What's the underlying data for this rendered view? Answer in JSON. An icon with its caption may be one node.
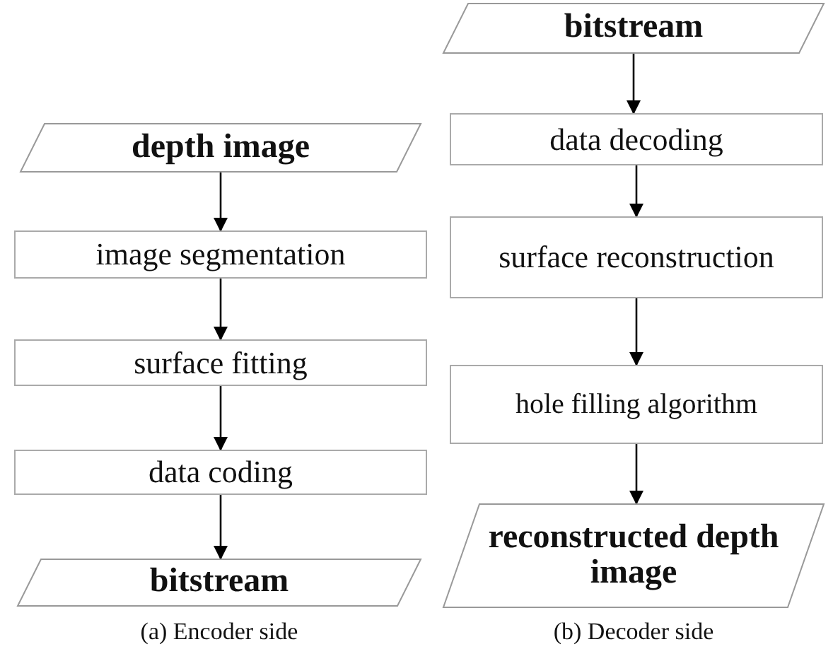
{
  "diagram": {
    "nodes": [
      {
        "text": [
          "depth image"
        ]
      },
      {
        "text": [
          "image segmentation"
        ]
      },
      {
        "text": [
          "surface fitting"
        ]
      },
      {
        "text": [
          "data coding"
        ]
      },
      {
        "text": [
          "bitstream"
        ]
      },
      {
        "text": [
          "bitstream"
        ]
      },
      {
        "text": [
          "data decoding"
        ]
      },
      {
        "text": [
          "surface reconstruction"
        ]
      },
      {
        "text": [
          "hole filling algorithm"
        ]
      },
      {
        "text": [
          "reconstructed depth image"
        ]
      }
    ],
    "edges": [
      {
        "from": 0,
        "to": 1,
        "arrow": "to"
      },
      {
        "from": 1,
        "to": 2,
        "arrow": "to"
      },
      {
        "from": 2,
        "to": 3,
        "arrow": "to"
      },
      {
        "from": 3,
        "to": 4,
        "arrow": "to"
      },
      {
        "from": 5,
        "to": 6,
        "arrow": "to"
      },
      {
        "from": 6,
        "to": 7,
        "arrow": "to"
      },
      {
        "from": 7,
        "to": 8,
        "arrow": "to"
      },
      {
        "from": 8,
        "to": 9,
        "arrow": "to"
      }
    ],
    "labels": [
      "(a) Encoder side",
      "(b) Decoder side"
    ]
  }
}
